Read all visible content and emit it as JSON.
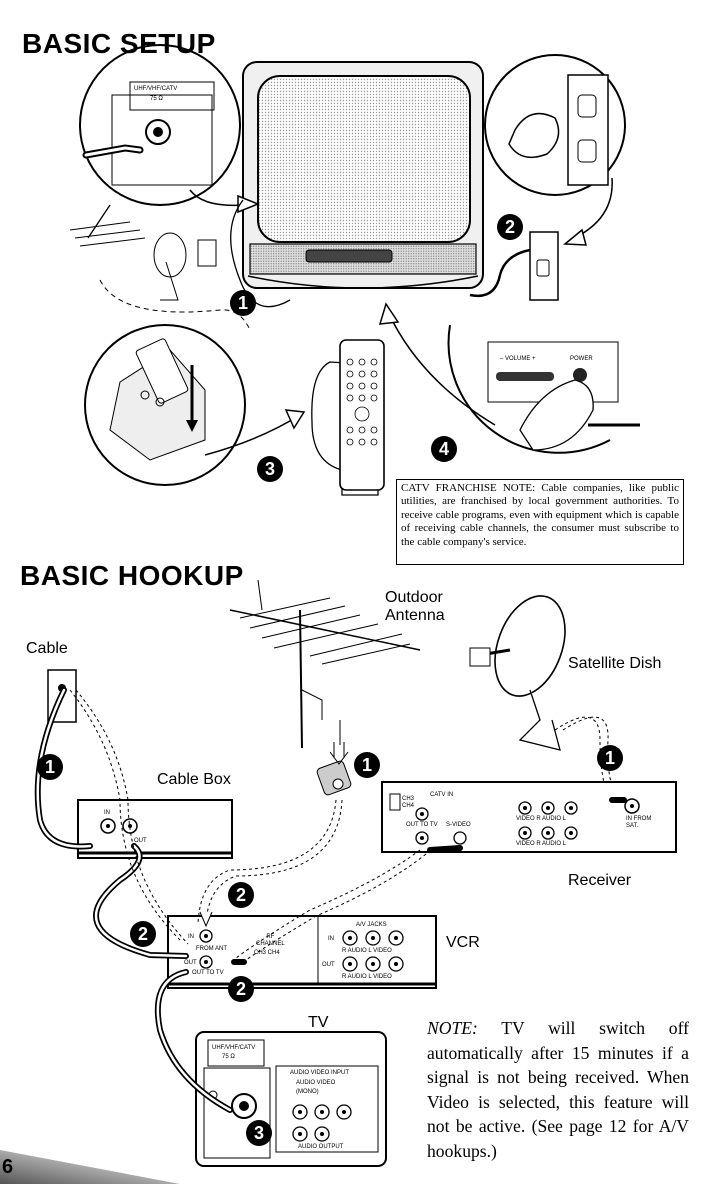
{
  "headings": {
    "basic_setup": "BASIC SETUP",
    "basic_hookup": "BASIC HOOKUP"
  },
  "setup_steps": [
    "1",
    "2",
    "3",
    "4"
  ],
  "hookup_steps": [
    "1",
    "1",
    "1",
    "2",
    "2",
    "2",
    "3"
  ],
  "labels": {
    "outdoor_antenna": "Outdoor\nAntenna",
    "cable": "Cable",
    "satellite_dish": "Satellite Dish",
    "cable_box": "Cable Box",
    "receiver": "Receiver",
    "vcr": "VCR",
    "tv": "TV"
  },
  "device_text": {
    "uhf_vhf_catv": "UHF/VHF/CATV",
    "ohm": "75 Ω",
    "volume": "– VOLUME +",
    "power": "POWER",
    "cable_box_in": "IN",
    "cable_box_out": "OUT",
    "receiver_catv_in": "CATV IN",
    "receiver_ch": "CH3\nCH4",
    "receiver_out_to_tv": "OUT TO TV",
    "receiver_svideo": "S-VIDEO",
    "receiver_video_r_audio_l_1": "VIDEO   R  AUDIO  L",
    "receiver_video_r_audio_l_2": "VIDEO   R  AUDIO  L",
    "receiver_in_from_sat": "IN FROM\nSAT.",
    "vcr_in": "IN",
    "vcr_out": "OUT",
    "vcr_from_ant": "FROM ANT",
    "vcr_out_to_tv": "OUT TO TV",
    "vcr_rf_channel": "RF\nCHANNEL",
    "vcr_ch3_ch4": "CH3  CH4",
    "vcr_av_jacks": "A/V JACKS",
    "vcr_av_in": "IN",
    "vcr_av_out": "OUT",
    "vcr_r_audio_l_video_1": "R  AUDIO  L   VIDEO",
    "vcr_r_audio_l_video_2": "R  AUDIO  L   VIDEO",
    "tv_uhf_vhf_catv": "UHF/VHF/CATV",
    "tv_ohm": "75 Ω",
    "tv_audio_video_input": "AUDIO   VIDEO   INPUT",
    "tv_audio_video": "AUDIO         VIDEO",
    "tv_mono": "(MONO)",
    "tv_audio_output": "AUDIO OUTPUT"
  },
  "catv_note": {
    "title": "CATV FRANCHISE NOTE:",
    "body": "Cable companies, like public utilities, are franchised by local government authorities. To receive cable programs, even with equipment which is capable of receiving cable channels, the consumer must subscribe to the cable company's service."
  },
  "tv_note": {
    "lead": "NOTE:",
    "body": "TV will switch off automatically after 15 minutes if a signal is not being received. When Video is selected, this feature will not be active. (See page 12 for A/V hookups.)"
  },
  "page_number": "6"
}
